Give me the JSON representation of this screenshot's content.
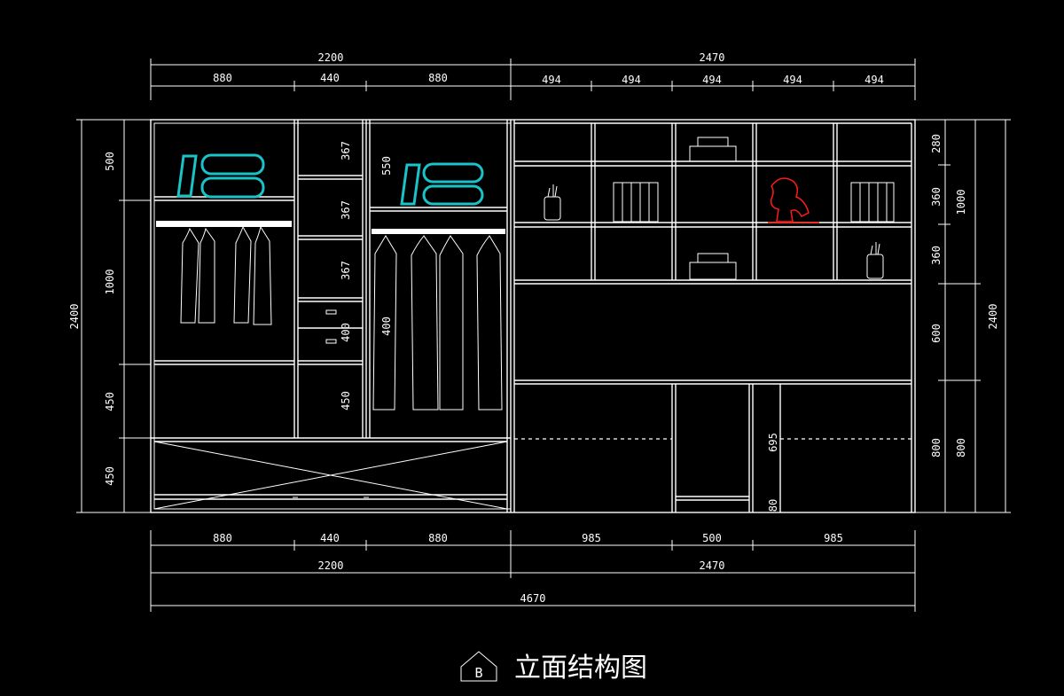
{
  "title": "立面结构图",
  "title_marker": "B",
  "colors": {
    "background": "#000000",
    "lines": "#ffffff",
    "accent_cyan": "#19c3c8",
    "accent_red": "#ff1a1a"
  },
  "top_dims": {
    "overall_left": "2200",
    "overall_right": "2470",
    "left_parts": [
      "880",
      "440",
      "880"
    ],
    "right_parts": [
      "494",
      "494",
      "494",
      "494",
      "494"
    ]
  },
  "bottom_dims": {
    "parts": [
      "880",
      "440",
      "880",
      "985",
      "500",
      "985"
    ],
    "overall_left": "2200",
    "overall_right": "2470",
    "total": "4670"
  },
  "left_dims": {
    "height": "2400",
    "parts": [
      "500",
      "1000",
      "450",
      "450"
    ]
  },
  "right_dims": {
    "parts": [
      "280",
      "360",
      "360",
      "600",
      "800"
    ],
    "group_1000": "1000",
    "group_800": "800",
    "height": "2400"
  },
  "inner_dims": {
    "drawer_col": [
      "367",
      "367",
      "367",
      "400",
      "450"
    ],
    "mid_550": "550",
    "mid_400": "400",
    "desk_695": "695",
    "desk_80": "80"
  }
}
